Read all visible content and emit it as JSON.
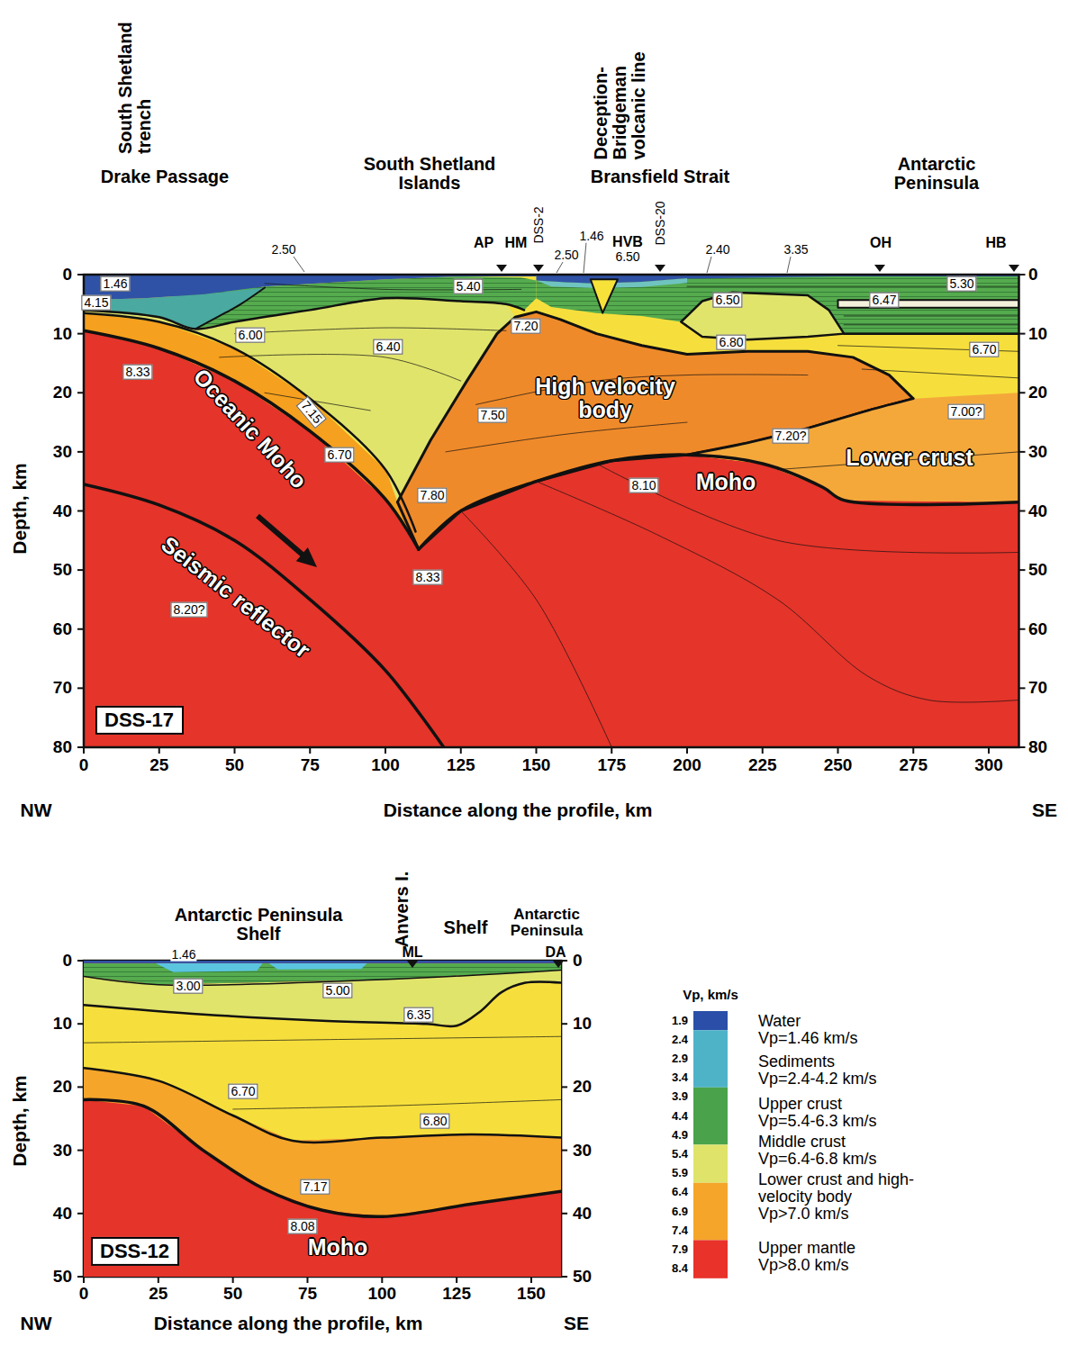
{
  "diagram": {
    "nodes": [
      {
        "text": [
          "DSS-17"
        ]
      },
      {
        "text": [
          "DSS-12"
        ]
      }
    ],
    "labels": [
      "South Shetland trench",
      "Drake Passage",
      "South Shetland Islands",
      "Deception-Bridgeman volcanic line",
      "Bransfield Strait",
      "Antarctic Peninsula",
      "2.50",
      "AP",
      "HM",
      "DSS-2",
      "2.50",
      "1.46",
      "HVB",
      "6.50",
      "DSS-20",
      "2.40",
      "3.35",
      "OH",
      "HB",
      "1.46",
      "4.15",
      "5.40",
      "6.00",
      "6.40",
      "7.20",
      "6.50",
      "5.30",
      "6.47",
      "6.80",
      "6.70",
      "8.33",
      "Oceanic Moho",
      "High velocity body",
      "7.50",
      "7.15",
      "6.70",
      "7.00?",
      "7.20?",
      "Lower crust",
      "7.80",
      "8.10",
      "Moho",
      "8.33",
      "8.20?",
      "Seismic reflector",
      "Depth, km",
      "0",
      "10",
      "20",
      "30",
      "40",
      "50",
      "60",
      "70",
      "80",
      "0",
      "10",
      "20",
      "30",
      "40",
      "50",
      "60",
      "70",
      "80",
      "0",
      "25",
      "50",
      "75",
      "100",
      "125",
      "150",
      "175",
      "200",
      "225",
      "250",
      "275",
      "300",
      "NW",
      "Distance along the profile, km",
      "SE",
      "Antarctic Peninsula Shelf",
      "Anvers I.",
      "ML",
      "Shelf",
      "Antarctic Peninsula",
      "DA",
      "1.46",
      "3.00",
      "5.00",
      "6.35",
      "6.70",
      "6.80",
      "7.17",
      "8.08",
      "Moho",
      "Depth, km",
      "0",
      "10",
      "20",
      "30",
      "40",
      "50",
      "0",
      "10",
      "20",
      "30",
      "40",
      "50",
      "0",
      "25",
      "50",
      "75",
      "100",
      "125",
      "150",
      "NW",
      "Distance along the profile, km",
      "SE",
      "Vp, km/s",
      "1.9",
      "2.4",
      "2.9",
      "3.4",
      "3.9",
      "4.4",
      "4.9",
      "5.4",
      "5.9",
      "6.4",
      "6.9",
      "7.4",
      "7.9",
      "8.4"
    ],
    "legend": [
      {
        "text": "Water Vp=1.46 km/s",
        "color": "#2b4fa8"
      },
      {
        "text": "Sediments Vp=2.4-4.2 km/s",
        "color": "#4fb3c8"
      },
      {
        "text": "Upper crust Vp=5.4-6.3 km/s",
        "color": "#4aa34a"
      },
      {
        "text": "Middle crust Vp=6.4-6.8 km/s",
        "color": "#dfe36a"
      },
      {
        "text": "Lower crust and high-velocity body Vp>7.0 km/s",
        "color": "#f5a52a"
      },
      {
        "text": "Upper mantle Vp>8.0 km/s",
        "color": "#e8322a"
      }
    ]
  }
}
